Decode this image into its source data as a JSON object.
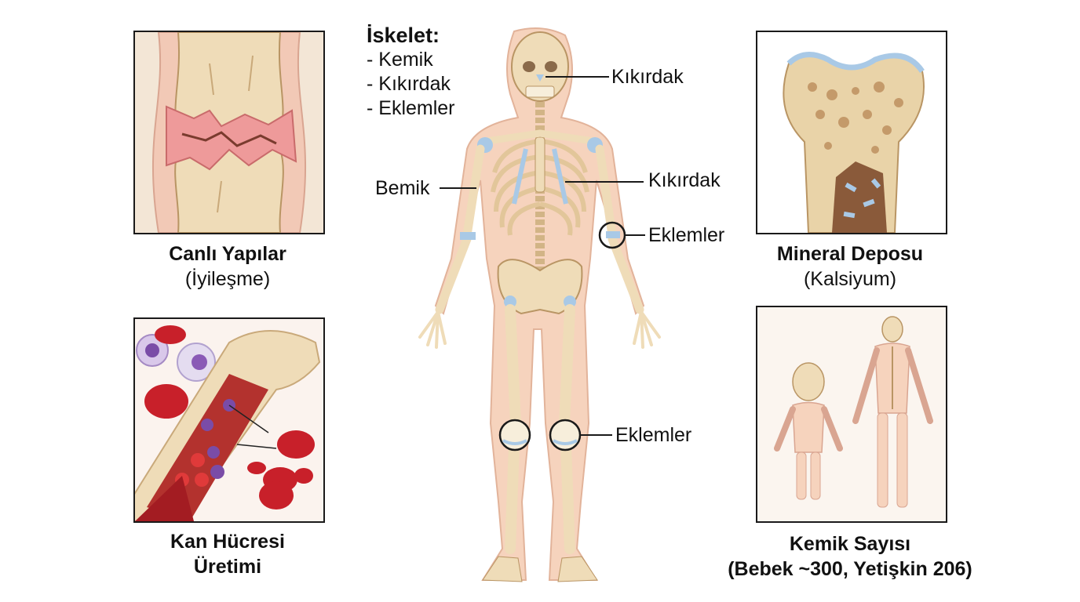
{
  "legend": {
    "title": "İskelet:",
    "items": [
      "- Kemik",
      "- Kıkırdak",
      "- Eklemler"
    ]
  },
  "labels": {
    "nose_cartilage": "Kıkırdak",
    "rib_cartilage": "Kıkırdak",
    "bone": "Bemik",
    "elbow_joint": "Eklemler",
    "knee_joint": "Eklemler"
  },
  "panels": {
    "healing": {
      "title": "Canlı Yapılar",
      "subtitle": "(İyileşme)"
    },
    "mineral": {
      "title": "Mineral Deposu",
      "subtitle": "(Kalsiyum)"
    },
    "blood": {
      "title_line1": "Kan Hücresi",
      "title_line2": "Üretimi"
    },
    "count": {
      "title_line1": "Kemik Sayısı",
      "title_line2": "(Bebek ~300, Yetişkin 206)"
    }
  },
  "colors": {
    "bone": "#efdcb8",
    "bone_dark": "#c9a97a",
    "skin": "#f6d3bd",
    "cartilage": "#a9c9e6",
    "blood": "#c8202a",
    "marrow": "#9a5a3a",
    "inflammation": "#ee9a9a"
  }
}
